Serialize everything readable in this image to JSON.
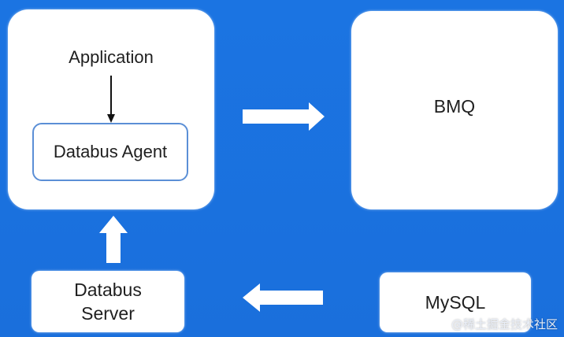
{
  "diagram": {
    "application": {
      "label": "Application"
    },
    "agent": {
      "label": "Databus Agent"
    },
    "bmq": {
      "label": "BMQ"
    },
    "server": {
      "label": "Databus\nServer"
    },
    "mysql": {
      "label": "MySQL"
    }
  },
  "watermark": {
    "text": "@稀土掘金技术社区"
  },
  "colors": {
    "background": "#1a73e0",
    "box": "#ffffff",
    "agent_border": "#5b8fd6",
    "text": "#1f1f1f"
  }
}
